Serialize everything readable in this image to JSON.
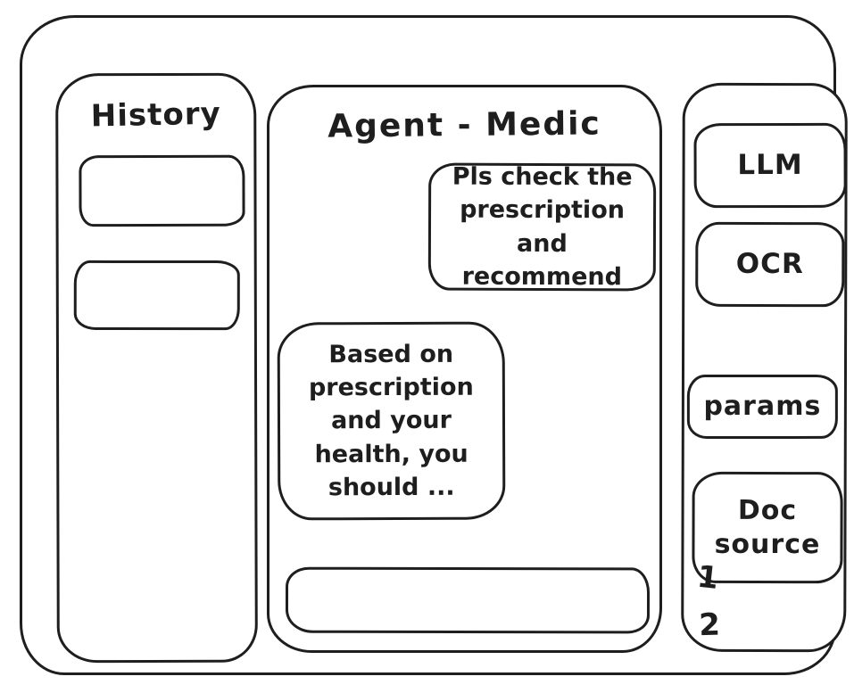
{
  "colors": {
    "stroke": "#1e1e1e",
    "background": "#ffffff"
  },
  "left_sidebar": {
    "title": "History",
    "items": [
      {
        "label": ""
      },
      {
        "label": ""
      }
    ]
  },
  "chat": {
    "title": "Agent - Medic",
    "messages": [
      {
        "role": "user",
        "align": "right",
        "text": "Pls check the prescription and recommend"
      },
      {
        "role": "assistant",
        "align": "left",
        "text": "Based on prescription and your health, you should ..."
      }
    ],
    "input": {
      "value": "",
      "placeholder": ""
    }
  },
  "right_sidebar": {
    "buttons": [
      {
        "label": "LLM"
      },
      {
        "label": "OCR"
      },
      {
        "label": "params"
      },
      {
        "label": "Doc source"
      }
    ],
    "annotations": [
      {
        "label": "1"
      },
      {
        "label": "2"
      }
    ]
  }
}
